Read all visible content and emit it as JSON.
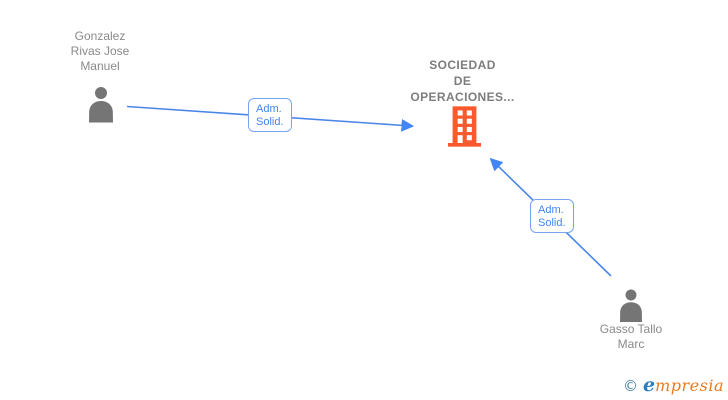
{
  "diagram": {
    "nodes": {
      "person1": {
        "name": "Gonzalez Rivas Jose Manuel",
        "lines": [
          "Gonzalez",
          "Rivas Jose",
          "Manuel"
        ],
        "type": "person"
      },
      "company": {
        "name": "SOCIEDAD DE OPERACIONES...",
        "lines": [
          "SOCIEDAD",
          "DE",
          "OPERACIONES..."
        ],
        "type": "company"
      },
      "person2": {
        "name": "Gasso Tallo Marc",
        "lines": [
          "Gasso Tallo",
          "Marc"
        ],
        "type": "person"
      }
    },
    "edges": [
      {
        "from": "person1",
        "to": "company",
        "label": "Adm. Solid.",
        "label_lines": [
          "Adm.",
          "Solid."
        ]
      },
      {
        "from": "person2",
        "to": "company",
        "label": "Adm. Solid.",
        "label_lines": [
          "Adm.",
          "Solid."
        ]
      }
    ]
  },
  "branding": {
    "copyright_symbol": "©",
    "logo_first_letter": "e",
    "logo_rest": "mpresia"
  },
  "colors": {
    "edge_blue": "#4a86e8",
    "edge_label_text": "#4285f4",
    "person_gray": "#757575",
    "text_gray": "#8a8a8a",
    "building_orange": "#fb5a2e",
    "logo_blue": "#2b7fc0",
    "logo_orange": "#e87b20"
  }
}
